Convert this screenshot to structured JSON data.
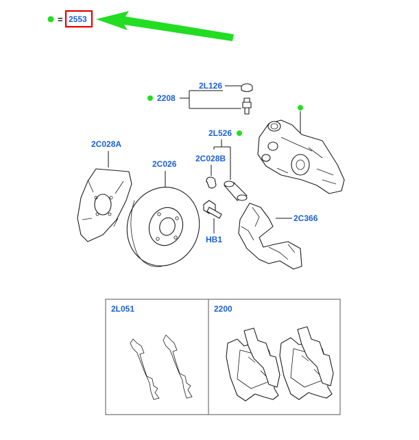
{
  "legend": {
    "equals": "=",
    "ref": "2553"
  },
  "labels": {
    "L2L126": "2L126",
    "L2208": "2208",
    "L2L526": "2L526",
    "L2C028B": "2C028B",
    "L2C028A": "2C028A",
    "L2C026": "2C026",
    "L2C366": "2C366",
    "LHB1": "HB1"
  },
  "kit_box": {
    "left_label": "2L051",
    "right_label": "2200"
  },
  "colors": {
    "label": "#1a5fd6",
    "dot": "#22dd22",
    "arrow": "#22dd22",
    "highlight": "#e00000"
  }
}
